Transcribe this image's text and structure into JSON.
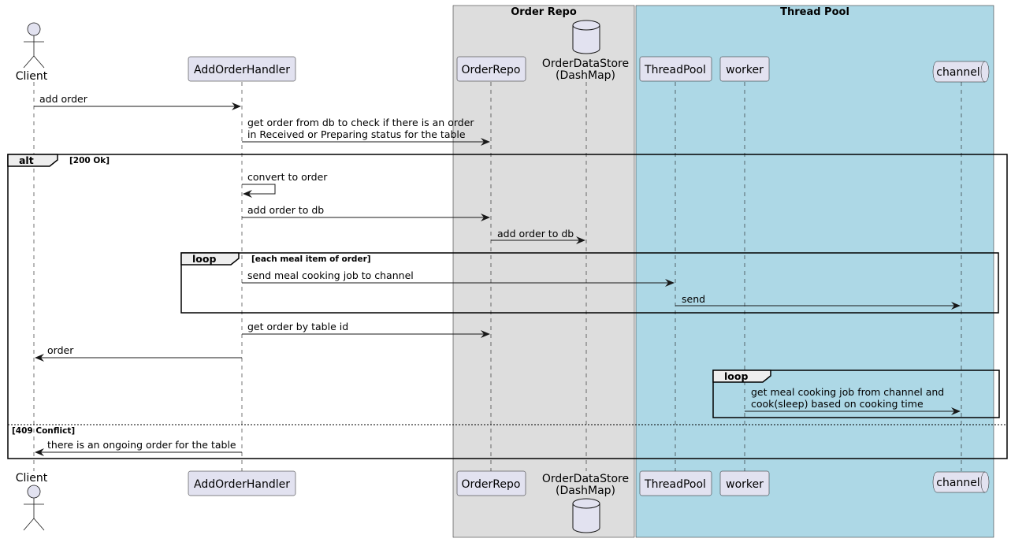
{
  "colors": {
    "order_repo_box": "#dddddd",
    "thread_pool_box": "#add8e6",
    "participant_fill": "#e2e2f0",
    "participant_stroke": "#181818",
    "frame_label_fill": "#eeeeee"
  },
  "boxes": {
    "order_repo": "Order Repo",
    "thread_pool": "Thread Pool"
  },
  "participants": {
    "client": "Client",
    "add_order_handler": "AddOrderHandler",
    "order_repo": "OrderRepo",
    "order_data_store_line1": "OrderDataStore",
    "order_data_store_line2": "(DashMap)",
    "thread_pool": "ThreadPool",
    "worker": "worker",
    "channel": "channel"
  },
  "messages": {
    "add_order": "add order",
    "get_order_from_db_1": "get order from db to check if there is an order",
    "get_order_from_db_2": "in Received or Preparing status for the table",
    "convert_to_order": "convert to order",
    "add_order_to_db_handler": "add order to db",
    "add_order_to_db_repo": "add order to db",
    "send_meal_job": "send meal cooking job to channel",
    "send": "send",
    "get_order_by_table": "get order by table id",
    "order": "order",
    "get_meal_job_1": "get meal cooking job from channel and",
    "get_meal_job_2": "cook(sleep) based on cooking time",
    "ongoing_order": "there is an ongoing order for the table"
  },
  "frames": {
    "alt_keyword": "alt",
    "alt_guard": "[200 Ok]",
    "else_guard": "[409 Conflict]",
    "loop_meals_keyword": "loop",
    "loop_meals_guard": "[each meal item of order]",
    "loop_worker_keyword": "loop"
  }
}
